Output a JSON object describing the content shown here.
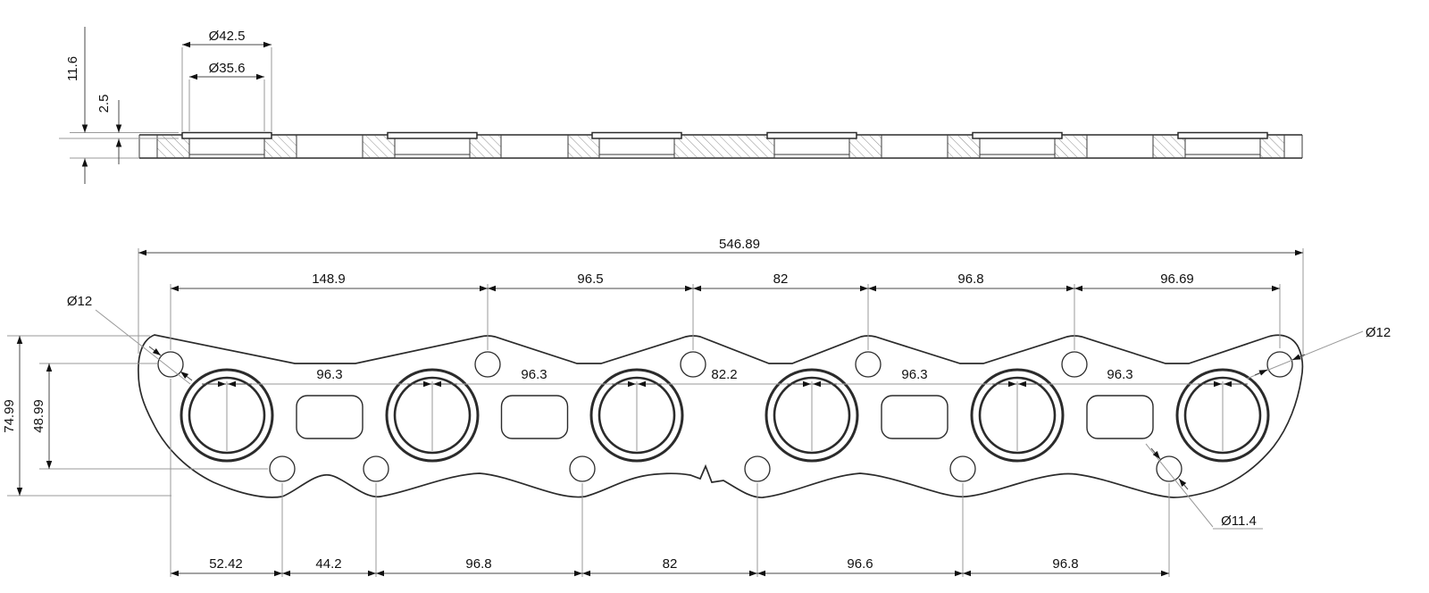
{
  "drawing": {
    "section": {
      "thickness": "11.6",
      "recess_depth": "2.5",
      "recess_dia": "Ø42.5",
      "bore_dia": "Ø35.6"
    },
    "plan": {
      "overall_length": "546.89",
      "top_chain": [
        "148.9",
        "96.5",
        "82",
        "96.8",
        "96.69"
      ],
      "port_chain": [
        "96.3",
        "96.3",
        "82.2",
        "96.3",
        "96.3"
      ],
      "bottom_chain": [
        "52.42",
        "44.2",
        "96.8",
        "82",
        "96.6",
        "96.8"
      ],
      "overall_height": "74.99",
      "hole_offset_height": "48.99",
      "left_bolt_dia": "Ø12",
      "right_bolt_dia": "Ø12",
      "bottom_bolt_dia": "Ø11.4"
    },
    "colors": {
      "line": "#2b2b2b",
      "extension": "#9a9a9a",
      "hatch": "#8f8f8f"
    }
  }
}
